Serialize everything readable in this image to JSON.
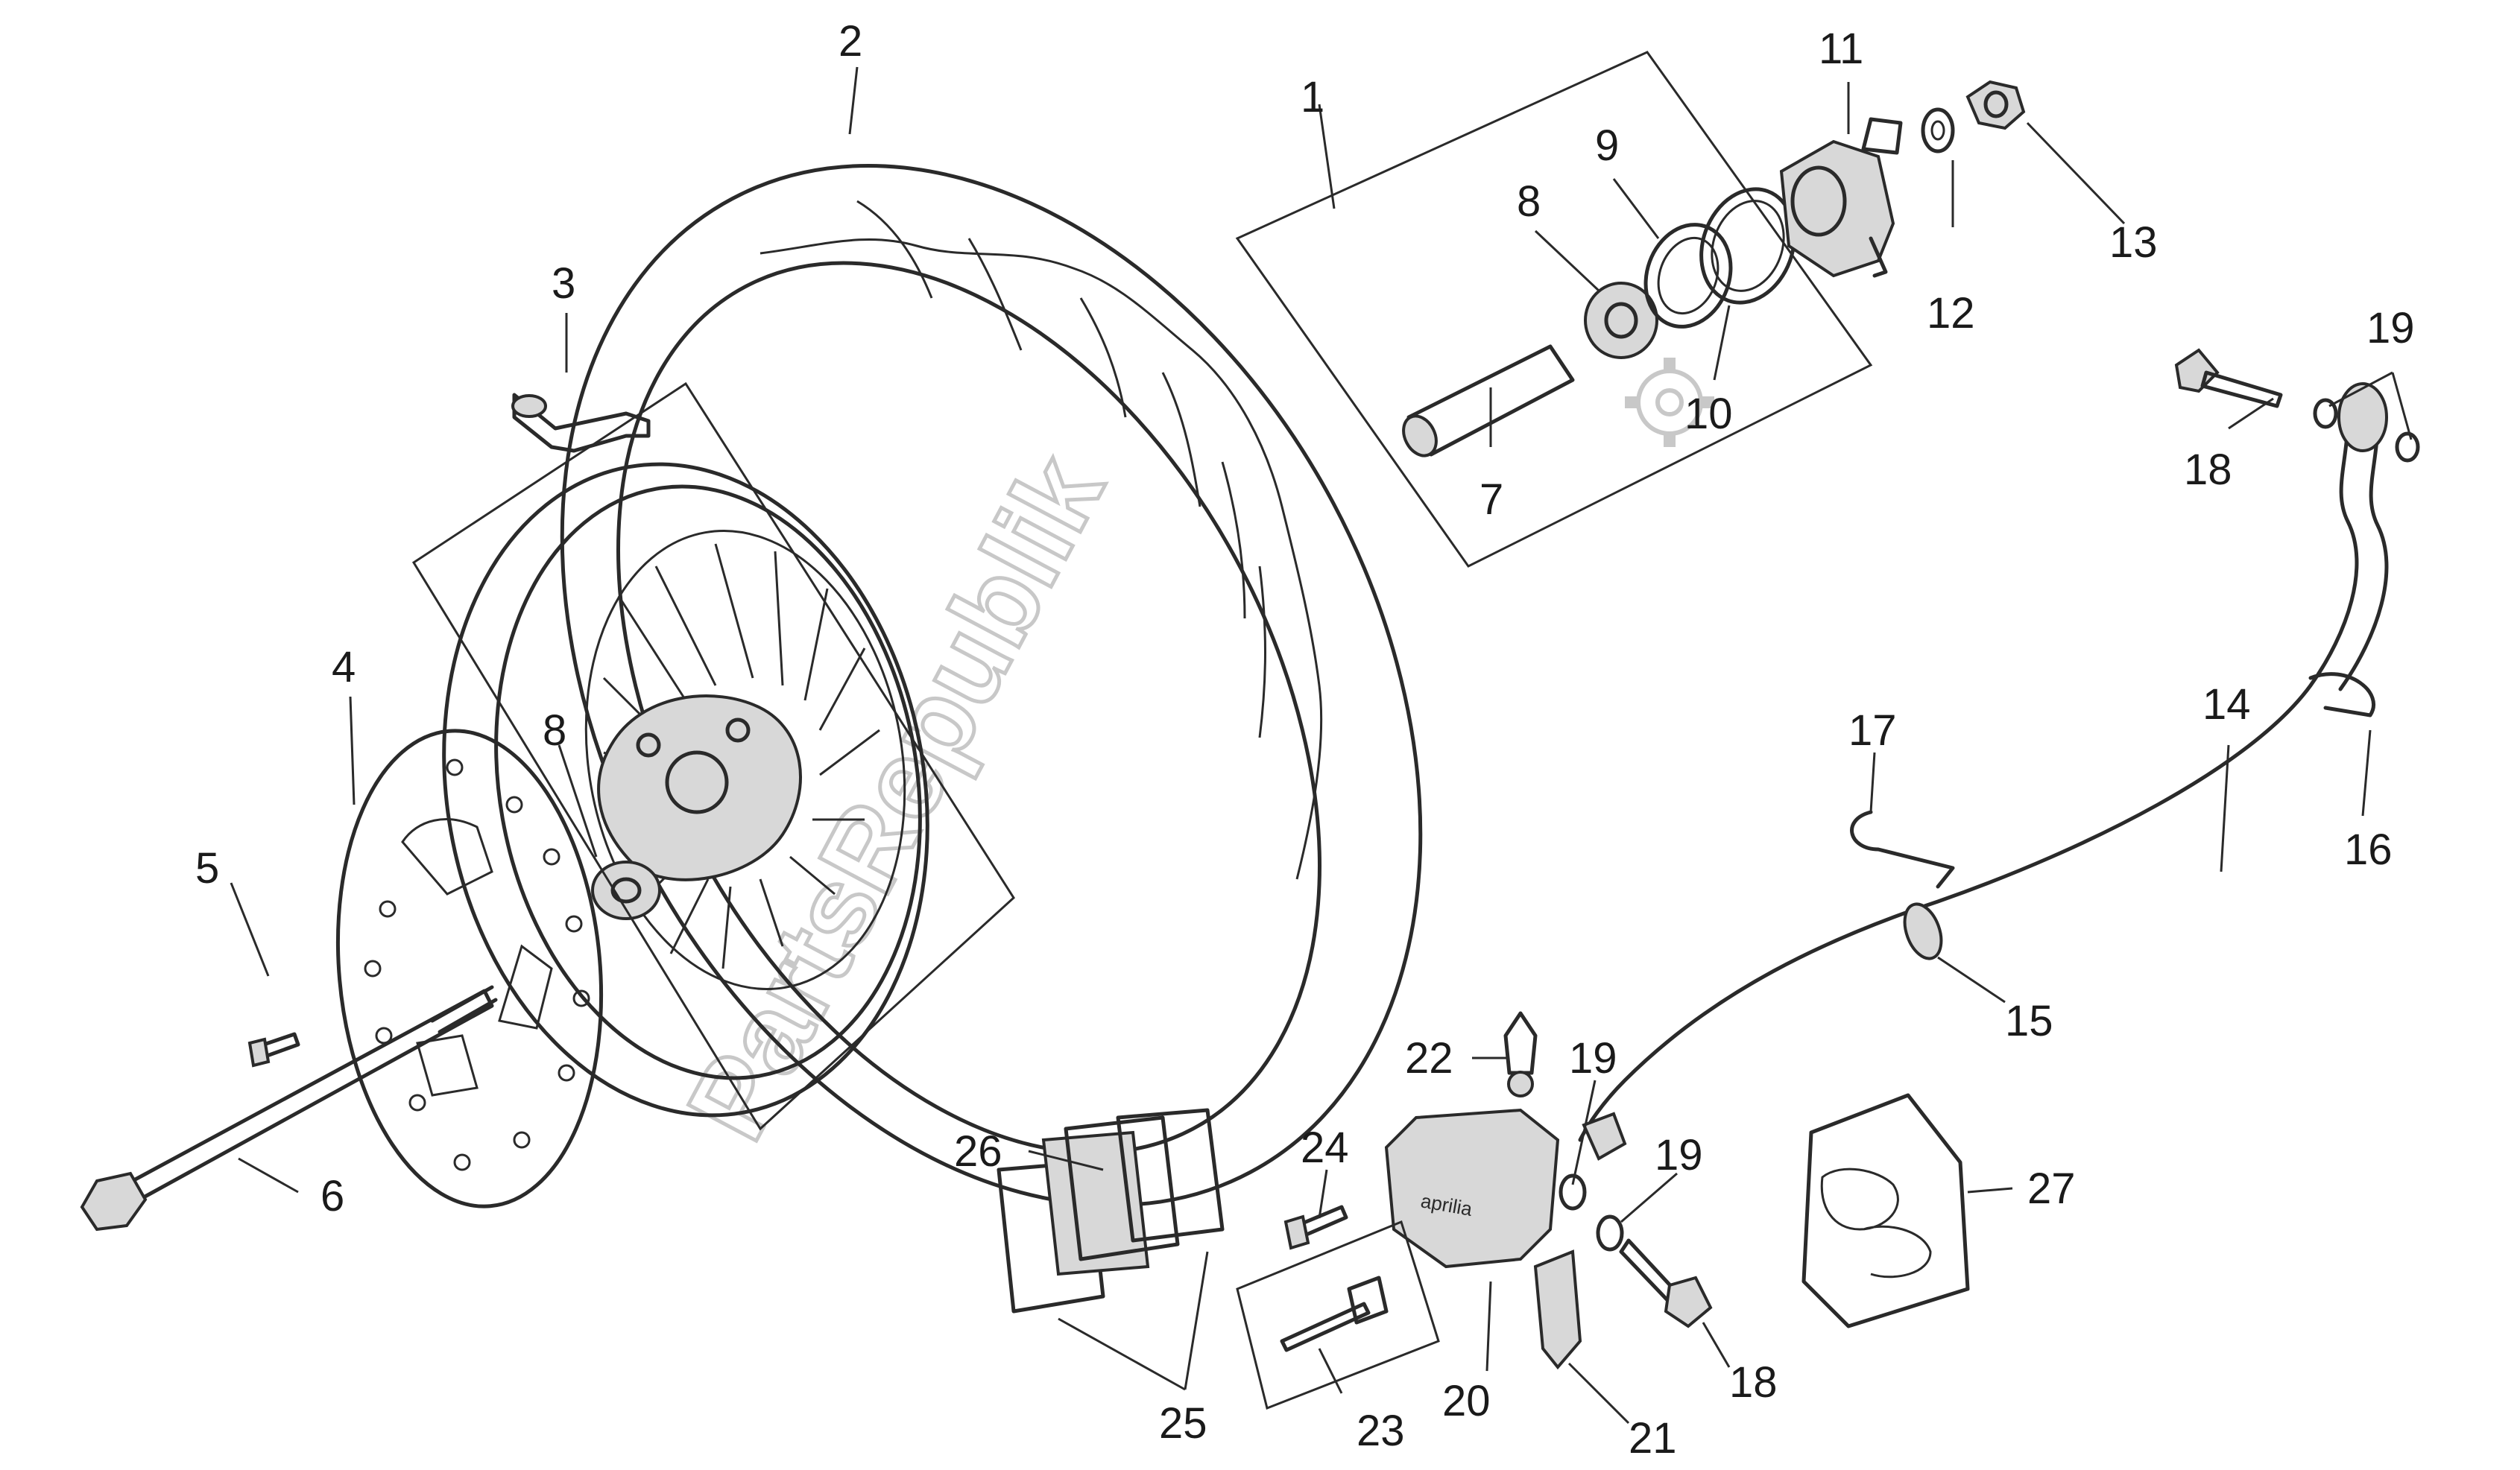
{
  "watermark": "PartsRepublik",
  "callouts": [
    {
      "id": "c1",
      "text": "1"
    },
    {
      "id": "c2",
      "text": "2"
    },
    {
      "id": "c3",
      "text": "3"
    },
    {
      "id": "c4",
      "text": "4"
    },
    {
      "id": "c5",
      "text": "5"
    },
    {
      "id": "c6",
      "text": "6"
    },
    {
      "id": "c7",
      "text": "7"
    },
    {
      "id": "c8a",
      "text": "8"
    },
    {
      "id": "c8b",
      "text": "8"
    },
    {
      "id": "c9",
      "text": "9"
    },
    {
      "id": "c10",
      "text": "10"
    },
    {
      "id": "c11",
      "text": "11"
    },
    {
      "id": "c12",
      "text": "12"
    },
    {
      "id": "c13",
      "text": "13"
    },
    {
      "id": "c14",
      "text": "14"
    },
    {
      "id": "c15",
      "text": "15"
    },
    {
      "id": "c16",
      "text": "16"
    },
    {
      "id": "c17",
      "text": "17"
    },
    {
      "id": "c18a",
      "text": "18"
    },
    {
      "id": "c18b",
      "text": "18"
    },
    {
      "id": "c19a",
      "text": "19"
    },
    {
      "id": "c19b",
      "text": "19"
    },
    {
      "id": "c19c",
      "text": "19"
    },
    {
      "id": "c20",
      "text": "20"
    },
    {
      "id": "c21",
      "text": "21"
    },
    {
      "id": "c22",
      "text": "22"
    },
    {
      "id": "c23",
      "text": "23"
    },
    {
      "id": "c24",
      "text": "24"
    },
    {
      "id": "c25",
      "text": "25"
    },
    {
      "id": "c26",
      "text": "26"
    },
    {
      "id": "c27",
      "text": "27"
    }
  ],
  "caliper_brand": "aprilia"
}
